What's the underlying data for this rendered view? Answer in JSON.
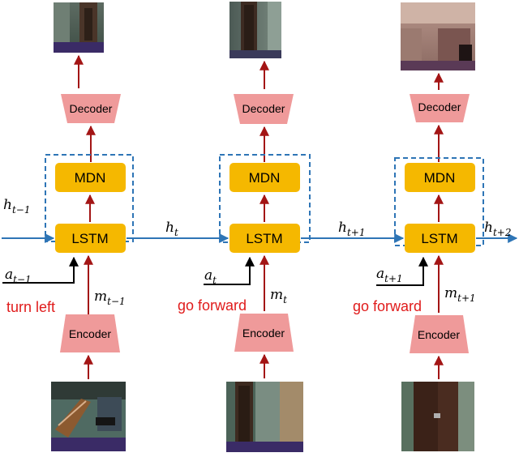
{
  "colors": {
    "module_fill": "#f5b800",
    "trapezoid_fill": "#ef9a9a",
    "dashed_border": "#2e75b6",
    "arrow_red": "#a31515",
    "arrow_blue": "#2e75b6",
    "arrow_black": "#000000",
    "action_text": "#e01b1b"
  },
  "labels": {
    "decoder": "Decoder",
    "encoder": "Encoder",
    "mdn": "MDN",
    "lstm": "LSTM"
  },
  "hidden": {
    "h_tm1": {
      "base": "h",
      "sub": "t−1"
    },
    "h_t": {
      "base": "h",
      "sub": "t"
    },
    "h_tp1": {
      "base": "h",
      "sub": "t+1"
    },
    "h_tp2": {
      "base": "h",
      "sub": "t+2"
    }
  },
  "steps": [
    {
      "action_var": {
        "base": "a",
        "sub": "t−1"
      },
      "latent_var": {
        "base": "m",
        "sub": "t−1"
      },
      "action_text": "turn left"
    },
    {
      "action_var": {
        "base": "a",
        "sub": "t"
      },
      "latent_var": {
        "base": "m",
        "sub": "t"
      },
      "action_text": "go forward"
    },
    {
      "action_var": {
        "base": "a",
        "sub": "t+1"
      },
      "latent_var": {
        "base": "m",
        "sub": "t+1"
      },
      "action_text": "go forward"
    }
  ]
}
